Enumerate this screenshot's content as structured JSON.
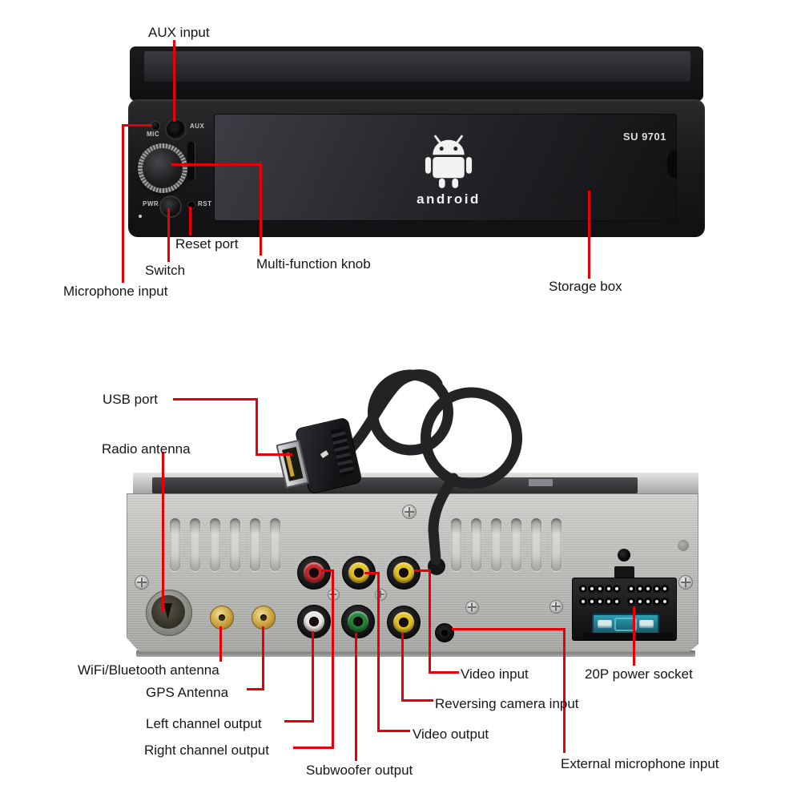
{
  "device": {
    "model": "SU 9701",
    "logo_word": "android",
    "front_panel_text": {
      "mic": "MIC",
      "aux": "AUX",
      "pwr": "PWR",
      "rst": "RST"
    }
  },
  "front": {
    "annotations": {
      "aux_input": "AUX input",
      "reset_port": "Reset port",
      "switch": "Switch",
      "microphone_input": "Microphone input",
      "multi_function_knob": "Multi-function knob",
      "storage_box": "Storage box"
    }
  },
  "rear": {
    "annotations": {
      "usb_port": "USB port",
      "radio_antenna": "Radio antenna",
      "wifi_bluetooth_antenna": "WiFi/Bluetooth antenna",
      "gps_antenna": "GPS Antenna",
      "left_channel_output": "Left channel output",
      "right_channel_output": "Right channel output",
      "subwoofer_output": "Subwoofer output",
      "video_output": "Video output",
      "reversing_camera_input": "Reversing camera input",
      "video_input": "Video input",
      "power_socket": "20P power socket",
      "external_microphone_input": "External microphone input"
    }
  },
  "colors": {
    "callout_red": "#e60005",
    "rca_red": "#c22a2e",
    "rca_yellow": "#e5c223",
    "rca_white": "#e9e7e0",
    "rca_green": "#23863a",
    "sma_gold": "#c9a13e",
    "usb_contact_gold": "#c9a23e",
    "fuse_teal": "#2e9fb4",
    "label_text": "#161616"
  }
}
